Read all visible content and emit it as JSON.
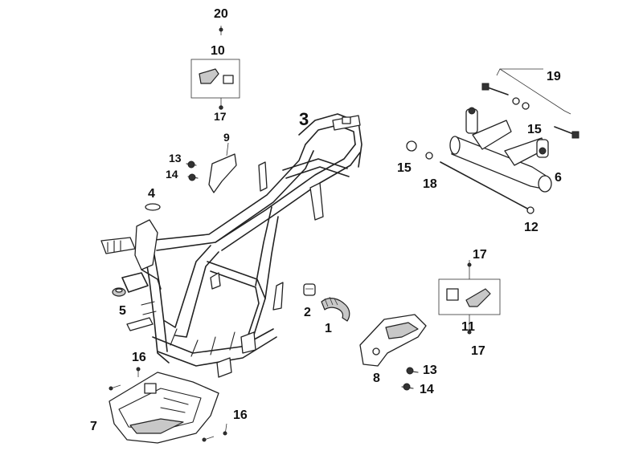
{
  "diagram": {
    "callouts": {
      "p1": "1",
      "p2": "2",
      "p3": "3",
      "p4": "4",
      "p5": "5",
      "p6": "6",
      "p7": "7",
      "p8": "8",
      "p9": "9",
      "p10": "10",
      "p11": "11",
      "p12": "12",
      "p13a": "13",
      "p13b": "13",
      "p14a": "14",
      "p14b": "14",
      "p15a": "15",
      "p15b": "15",
      "p16a": "16",
      "p16b": "16",
      "p17a": "17",
      "p17b": "17",
      "p17c": "17",
      "p18": "18",
      "p19": "19",
      "p20": "20"
    }
  }
}
